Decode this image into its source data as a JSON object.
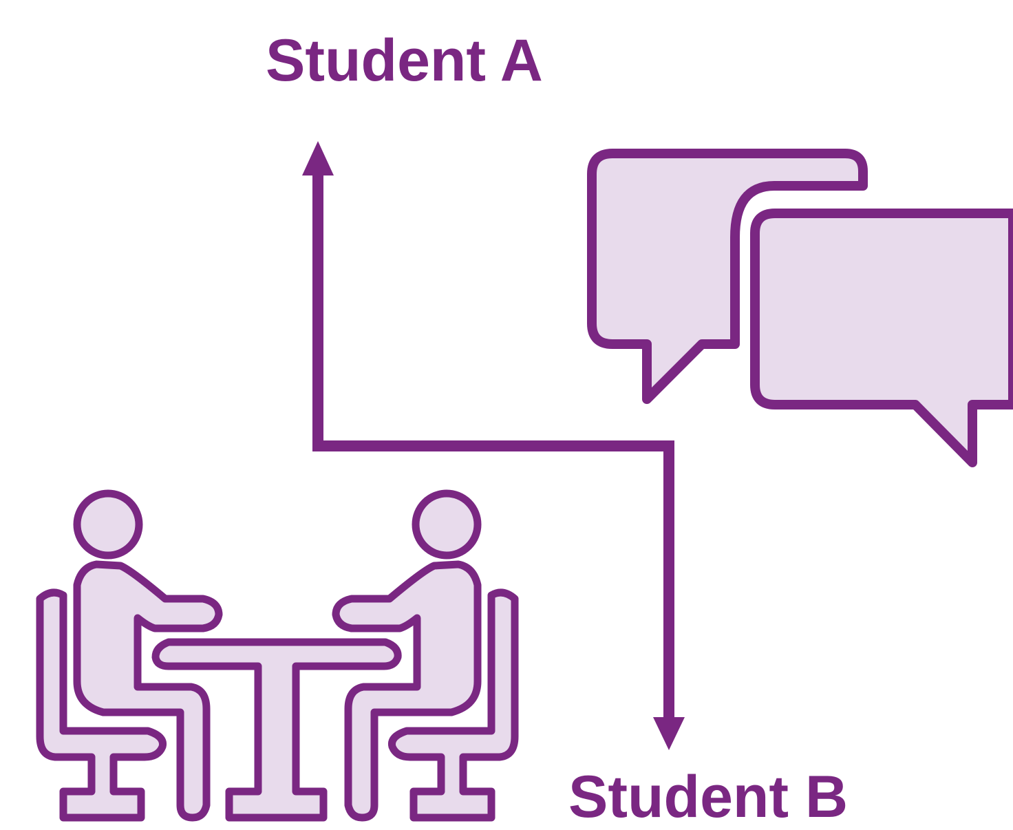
{
  "labels": {
    "student_a": "Student A",
    "student_b": "Student B"
  },
  "colors": {
    "stroke": "#7a2782",
    "fill": "#e8dbec",
    "text": "#7a2782",
    "background": "#ffffff"
  },
  "icons": {
    "people": "two-people-at-table-icon",
    "speech": "speech-bubbles-icon",
    "connector": "bidirectional-arrow"
  }
}
